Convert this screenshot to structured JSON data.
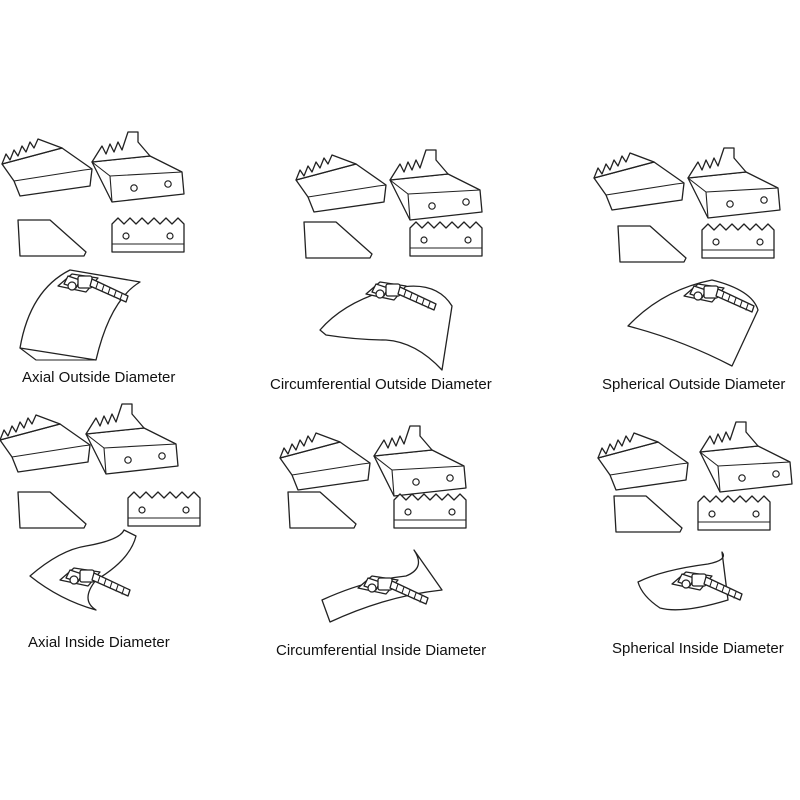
{
  "figure": {
    "panels": [
      {
        "caption": "Axial Outside Diameter"
      },
      {
        "caption": "Circumferential Outside Diameter"
      },
      {
        "caption": "Spherical Outside Diameter"
      },
      {
        "caption": "Axial Inside Diameter"
      },
      {
        "caption": "Circumferential Inside Diameter"
      },
      {
        "caption": "Spherical Inside Diameter"
      }
    ]
  },
  "colors": {
    "line": "#222222",
    "background": "#ffffff",
    "text": "#111111"
  }
}
